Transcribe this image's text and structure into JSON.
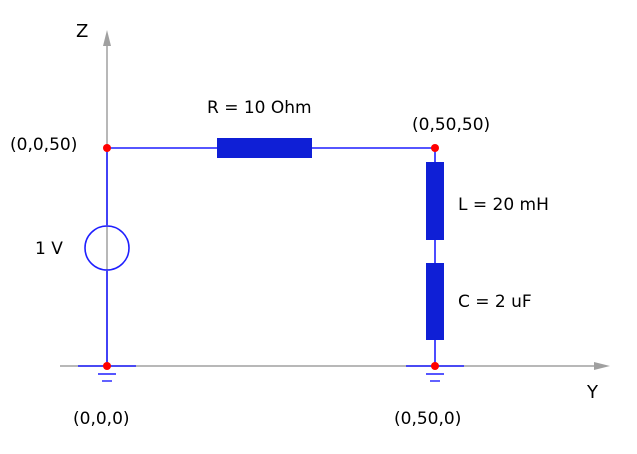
{
  "colors": {
    "wire": "#1f1fff",
    "component": "#0f1fd6",
    "node": "#ff0000",
    "axis": "#a0a0a0",
    "ground": "#1f1fff",
    "background": "#ffffff"
  },
  "axes": {
    "z_label": "Z",
    "y_label": "Y"
  },
  "nodes": {
    "top_left": "(0,0,50)",
    "top_right": "(0,50,50)",
    "bottom_left": "(0,0,0)",
    "bottom_right": "(0,50,0)"
  },
  "components": {
    "resistor": "R = 10 Ohm",
    "inductor": "L = 20 mH",
    "capacitor": "C = 2 uF",
    "source": "1 V"
  }
}
